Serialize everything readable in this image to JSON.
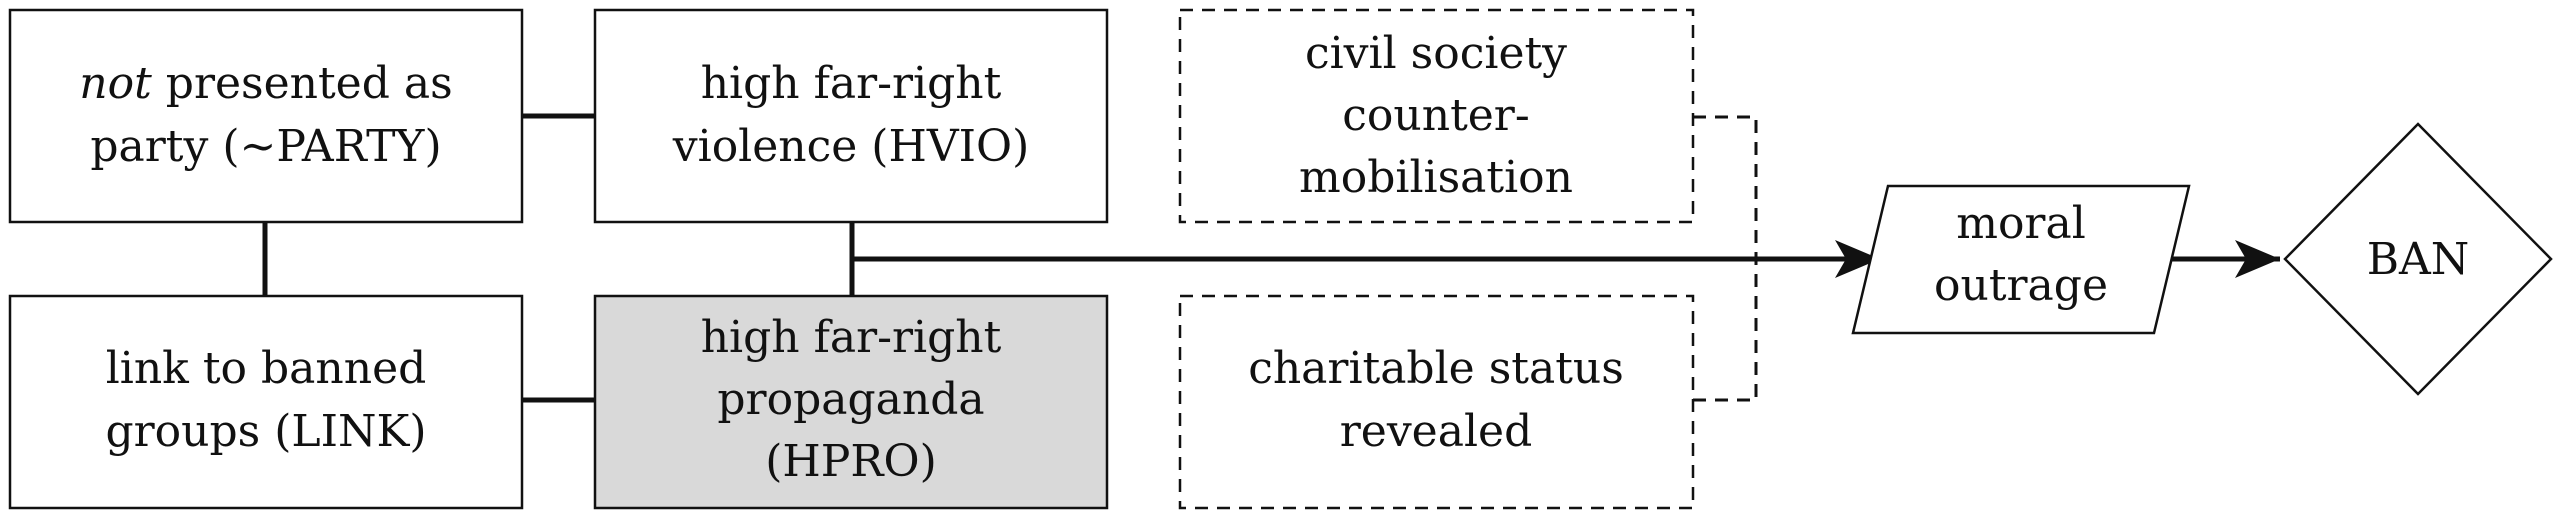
{
  "nodes": {
    "not_party": {
      "line1_italic": "not",
      "line1_rest": " presented as",
      "line2": "party (∼PARTY)"
    },
    "hvio": {
      "line1": "high far-right",
      "line2": "violence (HVIO)"
    },
    "link": {
      "line1": "link to banned",
      "line2": "groups (LINK)"
    },
    "hpro": {
      "line1": "high far-right",
      "line2": "propaganda",
      "line3": "(HPRO)"
    },
    "civil_society": {
      "line1": "civil society",
      "line2": "counter-",
      "line3": "mobilisation"
    },
    "charitable": {
      "line1": "charitable status",
      "line2": "revealed"
    },
    "moral_outrage": {
      "line1": "moral",
      "line2": "outrage"
    },
    "ban": {
      "label": "BAN"
    }
  }
}
